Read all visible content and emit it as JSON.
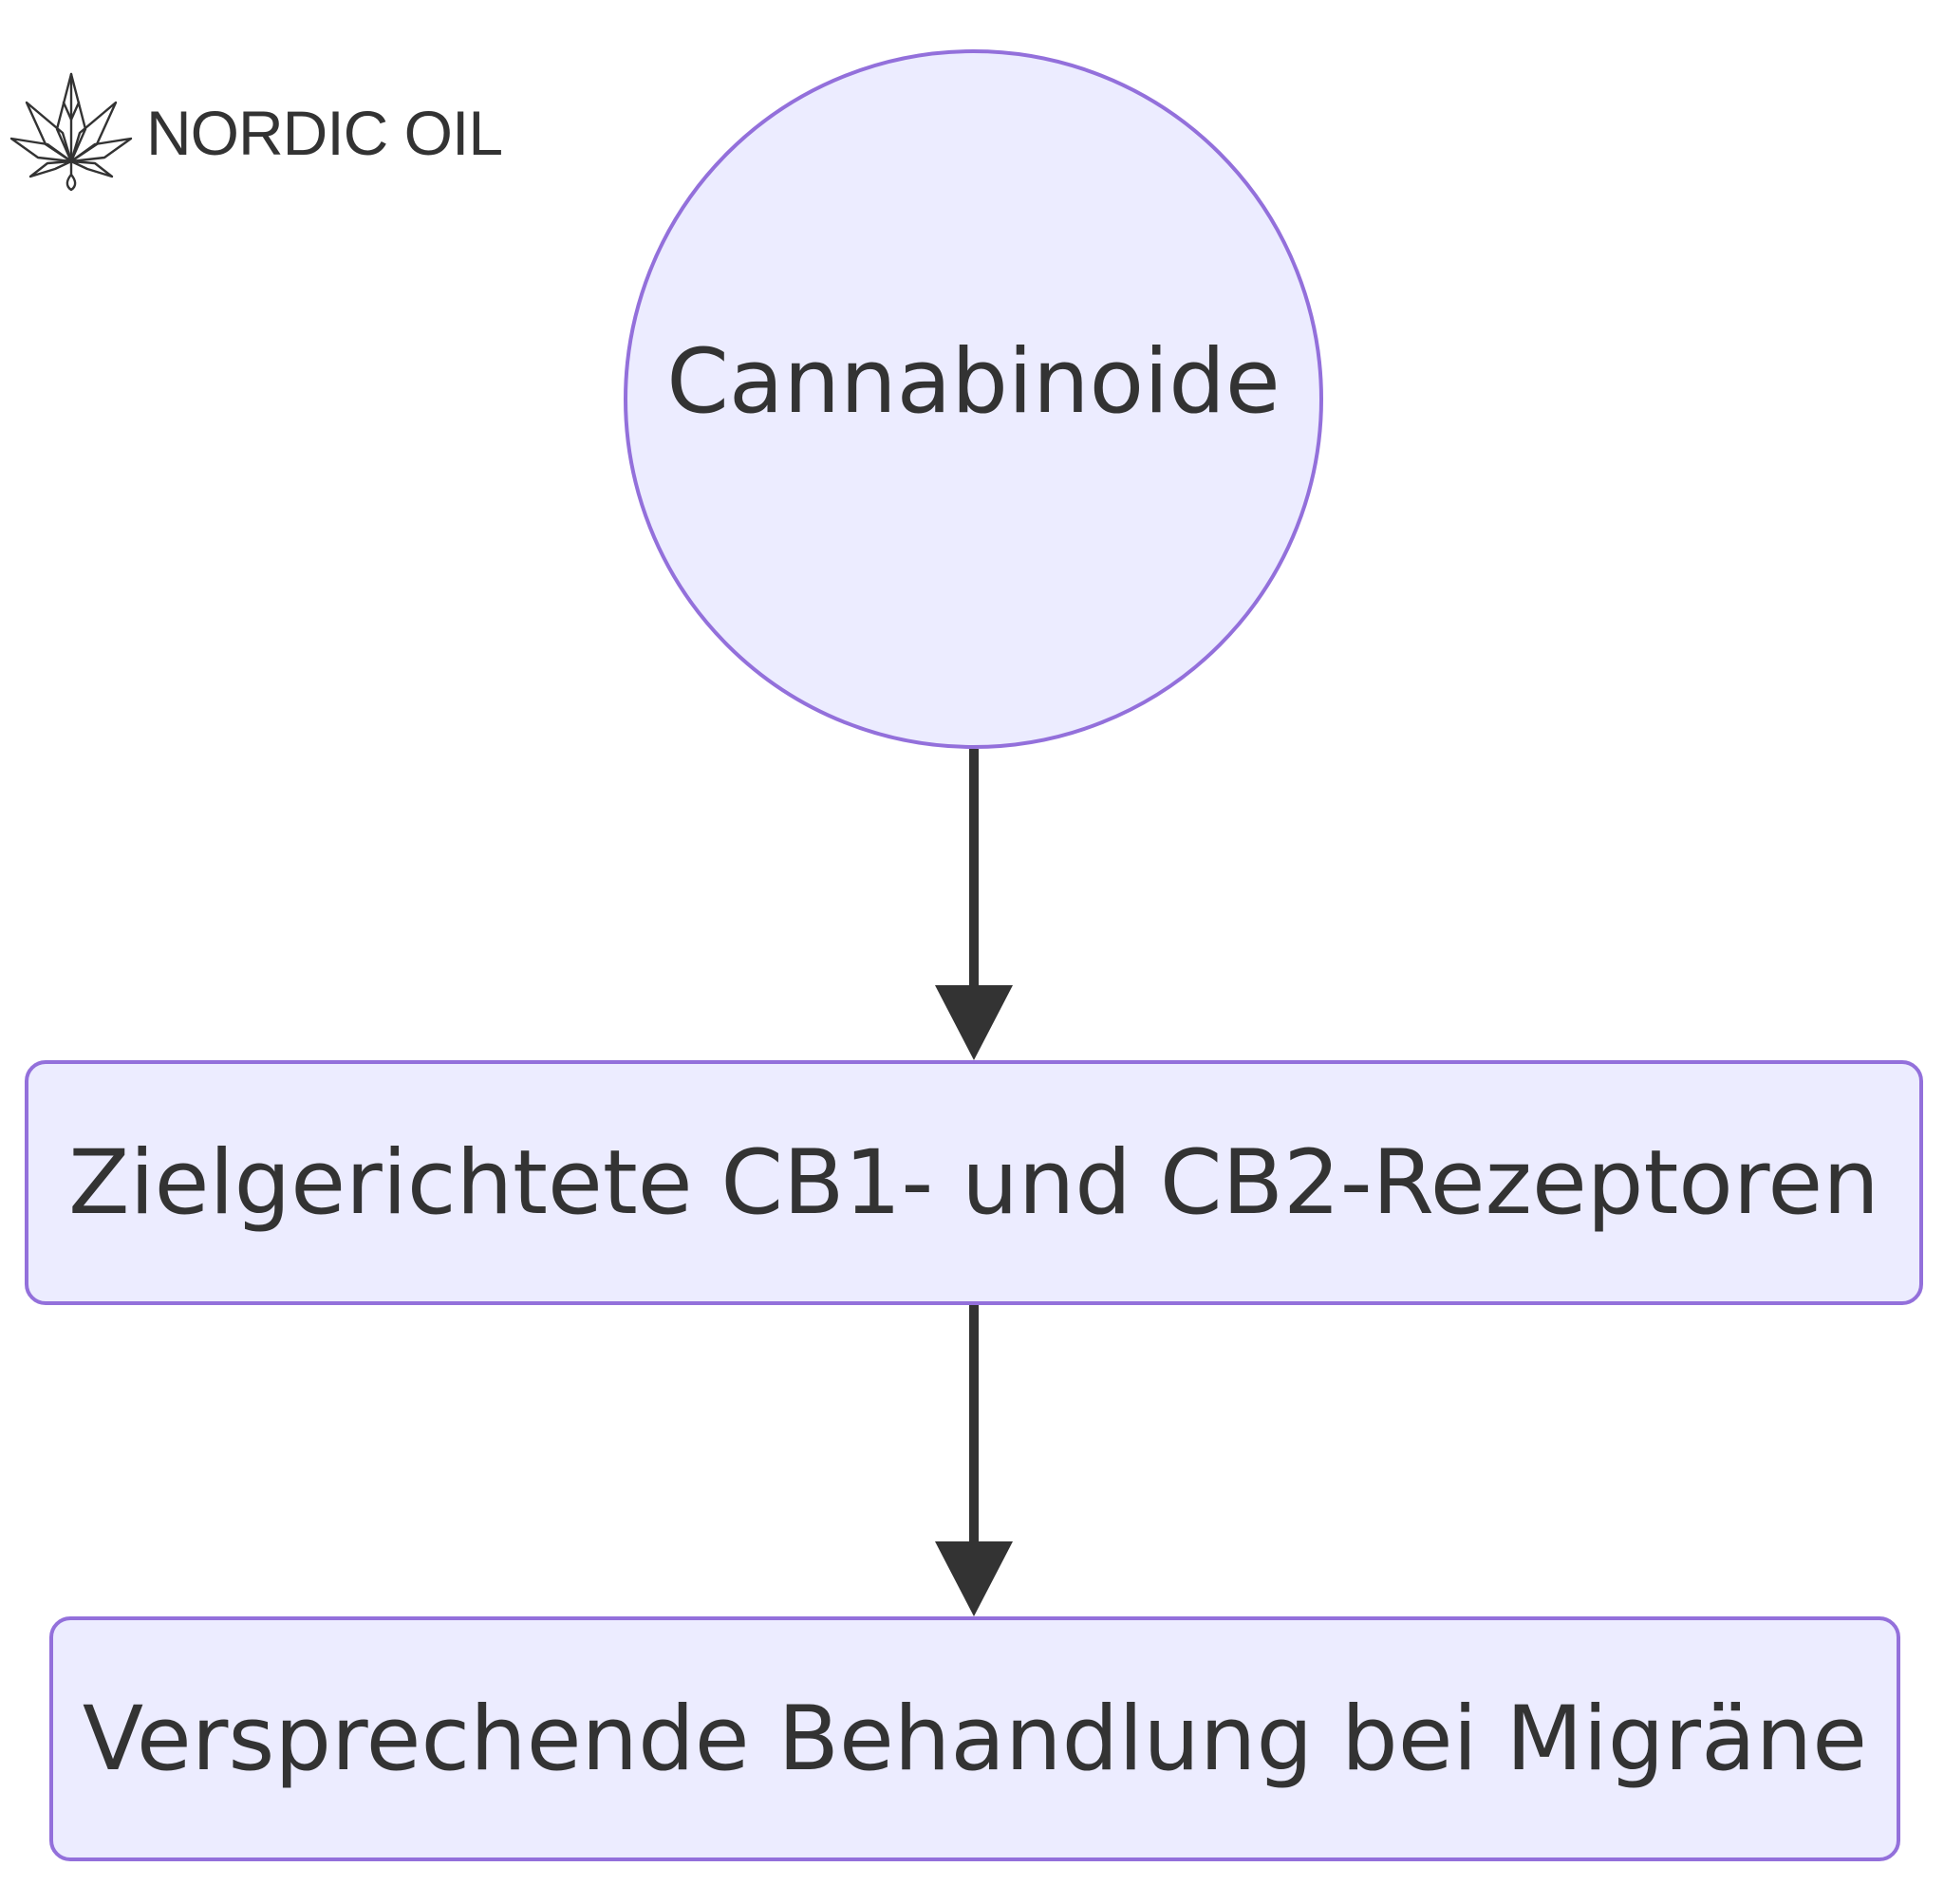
{
  "logo": {
    "icon": "cannabis-leaf-icon",
    "text": "NORDIC OIL"
  },
  "nodes": {
    "cannabinoide": "Cannabinoide",
    "rezeptoren": "Zielgerichtete CB1- und CB2-Rezeptoren",
    "behandlung": "Versprechende Behandlung bei Migräne"
  },
  "edges": [
    {
      "from": "cannabinoide",
      "to": "rezeptoren"
    },
    {
      "from": "rezeptoren",
      "to": "behandlung"
    }
  ],
  "colors": {
    "node_fill": "#ececff",
    "node_border": "#9370db",
    "edge": "#333333",
    "text": "#333333"
  }
}
